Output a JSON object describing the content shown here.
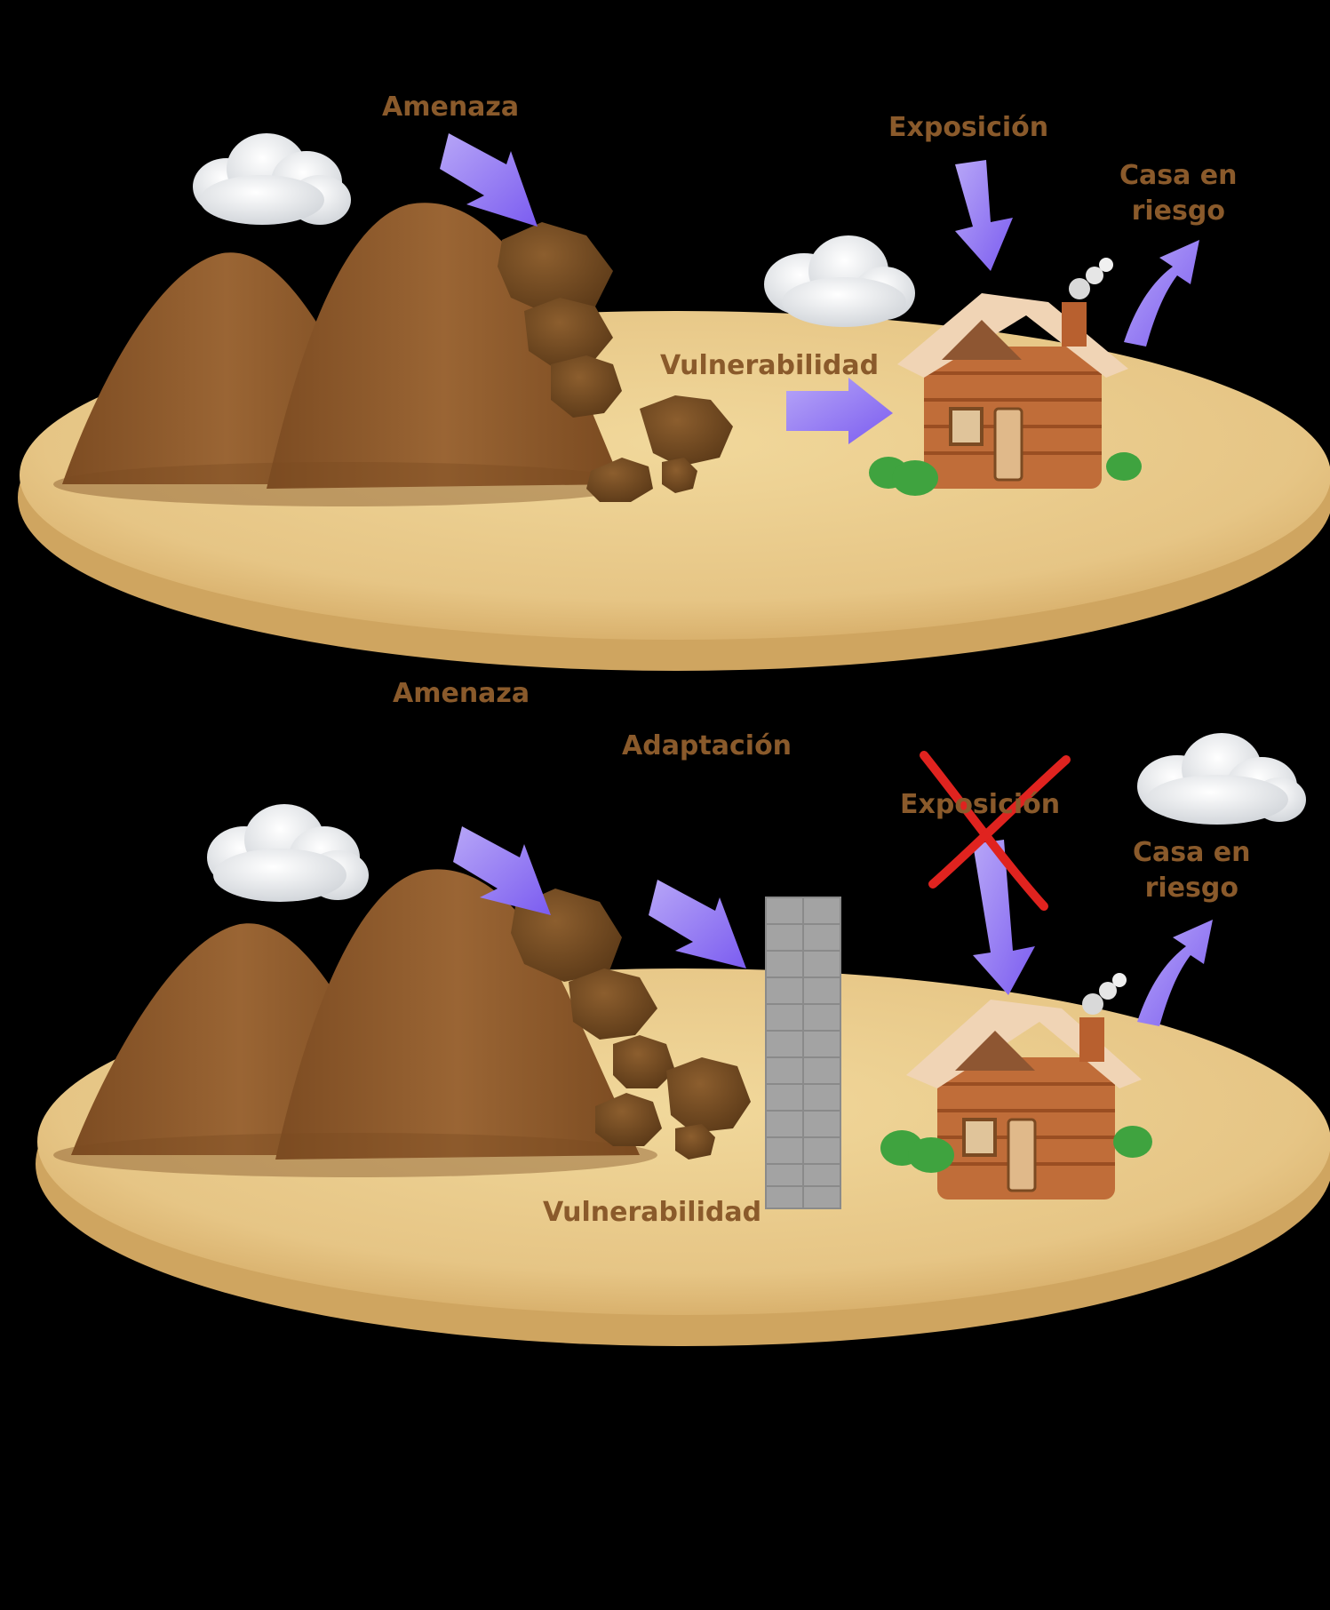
{
  "colors": {
    "background": "#000000",
    "ground": "#e9cc8b",
    "mountain": "#8f5a2b",
    "arrow": "#8f74f2",
    "label": "#8a5a2b",
    "cross": "#e0231f",
    "wall": "#9a9a9a"
  },
  "top_panel": {
    "amenaza": "Amenaza",
    "exposicion": "Exposición",
    "casa_line1": "Casa en",
    "casa_line2": "riesgo",
    "vulnerabilidad": "Vulnerabilidad"
  },
  "bottom_panel": {
    "amenaza": "Amenaza",
    "adaptacion": "Adaptación",
    "exposicion": "Exposición",
    "casa_line1": "Casa en",
    "casa_line2": "riesgo",
    "vulnerabilidad": "Vulnerabilidad"
  },
  "icons": [
    "cloud-icon",
    "mountain-icon",
    "rock-icon",
    "house-icon",
    "bush-icon",
    "arrow-icon",
    "cross-icon",
    "wall-icon"
  ]
}
